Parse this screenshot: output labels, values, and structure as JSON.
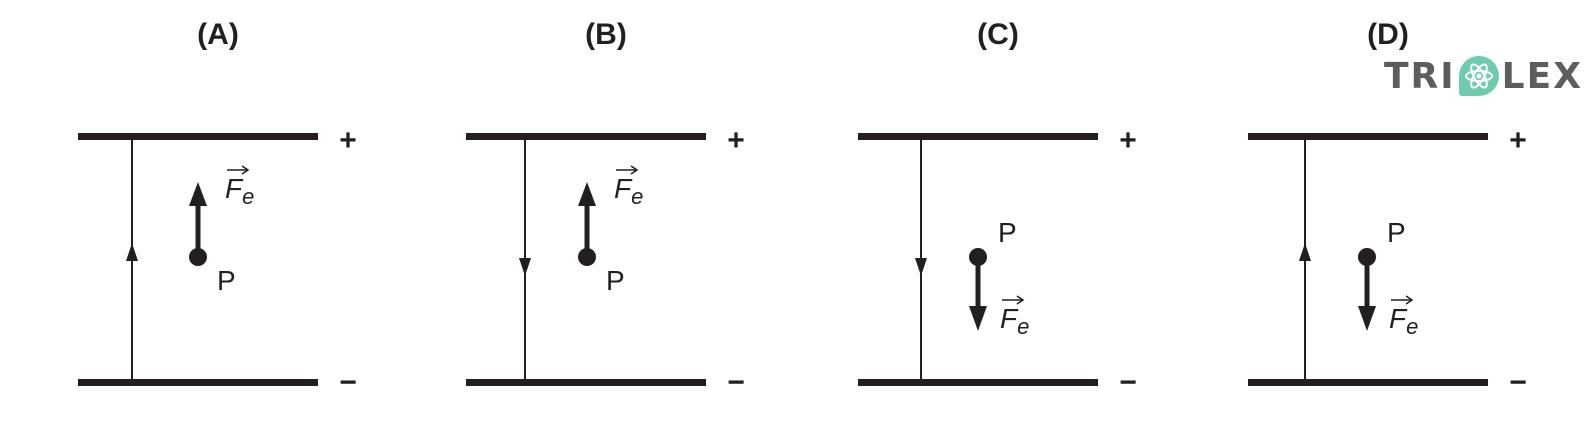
{
  "panels": [
    {
      "label": "(A)",
      "field_direction": "up",
      "force_direction": "up"
    },
    {
      "label": "(B)",
      "field_direction": "down",
      "force_direction": "up"
    },
    {
      "label": "(C)",
      "field_direction": "down",
      "force_direction": "down"
    },
    {
      "label": "(D)",
      "field_direction": "up",
      "force_direction": "down"
    }
  ],
  "labels": {
    "top_plate_sign": "+",
    "bottom_plate_sign": "−",
    "charge": "P",
    "force_symbol": "F",
    "force_subscript": "e"
  },
  "logo": {
    "left": "TRI",
    "right": "LEX",
    "brand_color": "#6fcbae"
  },
  "colors": {
    "ink": "#231f20"
  }
}
